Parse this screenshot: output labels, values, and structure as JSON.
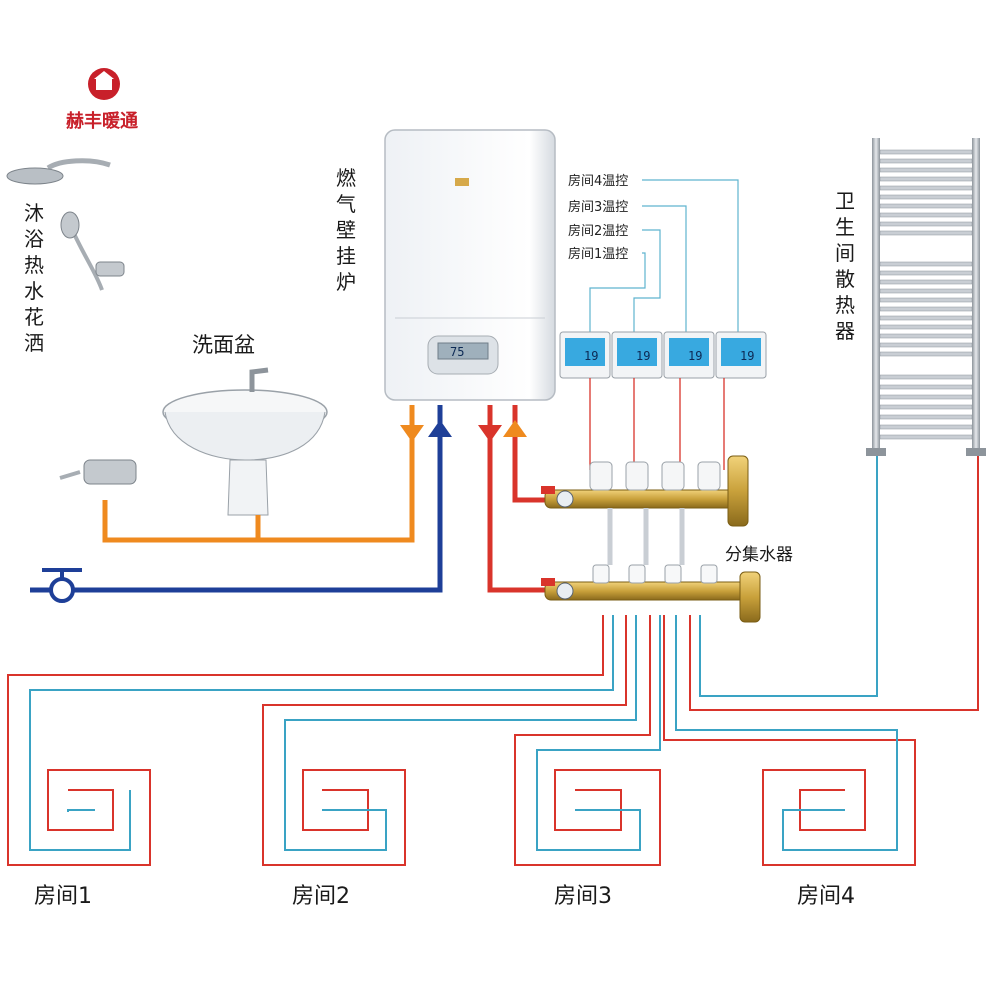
{
  "logo": {
    "text": "赫丰暖通",
    "mark": "house-logo-icon"
  },
  "labels": {
    "shower": [
      "沐",
      "浴",
      "热",
      "水",
      "花",
      "洒"
    ],
    "boiler": [
      "燃",
      "气",
      "壁",
      "挂",
      "炉"
    ],
    "towel_radiator": [
      "卫",
      "生",
      "间",
      "散",
      "热",
      "器"
    ],
    "basin": "洗面盆",
    "manifold": "分集水器"
  },
  "thermostat_labels": [
    "房间4温控",
    "房间3温控",
    "房间2温控",
    "房间1温控"
  ],
  "thermostats": [
    {
      "reading": "19"
    },
    {
      "reading": "19"
    },
    {
      "reading": "19"
    },
    {
      "reading": "19"
    }
  ],
  "boiler_display": "75",
  "rooms": [
    "房间1",
    "房间2",
    "房间3",
    "房间4"
  ],
  "colors": {
    "hot_pipe": "#d9342b",
    "cold_pipe": "#1e3f98",
    "domestic_hot": "#ef8a1f",
    "return_loop": "#3aa3c4",
    "brass": "#c9a13b",
    "thermostat_screen": "#38a9e0",
    "logo": "#c8202a"
  }
}
